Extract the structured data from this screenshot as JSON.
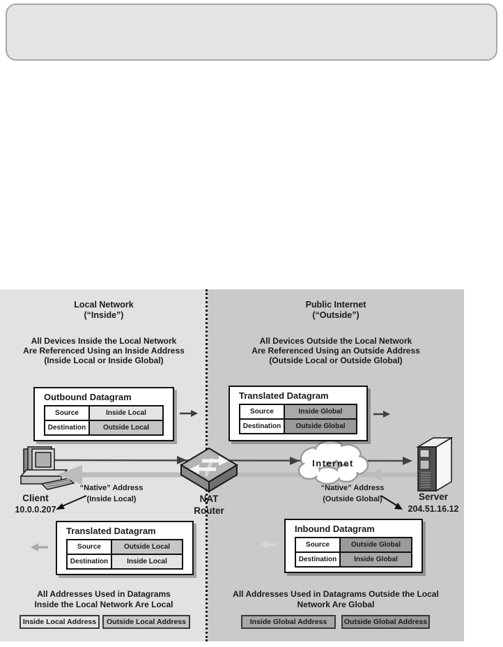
{
  "figure": {
    "left_panel": {
      "title": "Local Network\n(“Inside”)",
      "description": "All Devices Inside the Local Network\nAre Referenced Using an Inside Address\n(Inside Local or Inside Global)",
      "footer": "All Addresses Used in Datagrams\nInside the Local Network Are Local"
    },
    "right_panel": {
      "title": "Public Internet\n(“Outside”)",
      "description": "All Devices Outside the Local Network\nAre Referenced Using an Outside Address\n(Outside Local or Outside Global)",
      "footer": "All Addresses Used in Datagrams Outside the Local\nNetwork Are Global"
    },
    "boxes": {
      "outbound": {
        "title": "Outbound Datagram",
        "rows": [
          {
            "label": "Source",
            "value": "Inside Local"
          },
          {
            "label": "Destination",
            "value": "Outside Local"
          }
        ]
      },
      "translated_out": {
        "title": "Translated Datagram",
        "rows": [
          {
            "label": "Source",
            "value": "Inside Global"
          },
          {
            "label": "Destination",
            "value": "Outside Global"
          }
        ]
      },
      "translated_in": {
        "title": "Translated Datagram",
        "rows": [
          {
            "label": "Source",
            "value": "Outside Local"
          },
          {
            "label": "Destination",
            "value": "Inside Local"
          }
        ]
      },
      "inbound": {
        "title": "Inbound Datagram",
        "rows": [
          {
            "label": "Source",
            "value": "Outside Global"
          },
          {
            "label": "Destination",
            "value": "Inside Global"
          }
        ]
      }
    },
    "nodes": {
      "client": {
        "name": "Client",
        "address": "10.0.0.207"
      },
      "router": {
        "name": "NAT\nRouter"
      },
      "cloud": {
        "label": "Internet"
      },
      "server": {
        "name": "Server",
        "address": "204.51.16.12"
      }
    },
    "annotations": {
      "client_native": "“Native” Address\n(Inside Local)",
      "server_native": "“Native” Address\n(Outside Global)"
    },
    "legend": {
      "inside_local": "Inside Local Address",
      "outside_local": "Outside Local Address",
      "inside_global": "Inside Global Address",
      "outside_global": "Outside Global Address"
    },
    "colors": {
      "inside_local": "#e4e4e4",
      "outside_local": "#c6c6c6",
      "inside_global": "#a8a8a8",
      "outside_global": "#9a9a9a",
      "left_bg": "#e2e2e2",
      "right_bg": "#cacaca"
    },
    "icons": {
      "client": "desktop-computer-icon",
      "router": "nat-router-icon",
      "cloud": "internet-cloud-icon",
      "server": "server-tower-icon"
    }
  }
}
